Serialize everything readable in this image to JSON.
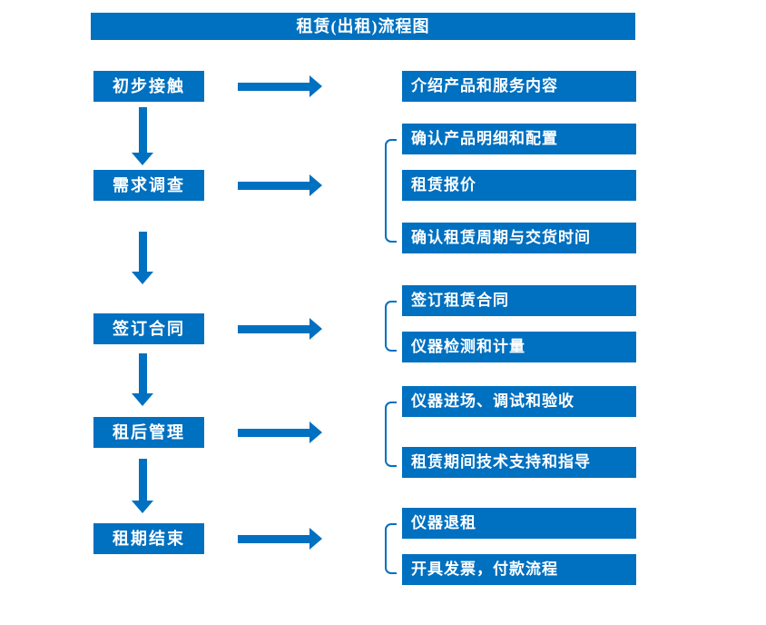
{
  "title": "租赁(出租)流程图",
  "accent_color": "#0070C0",
  "stages": [
    {
      "label": "初步接触",
      "outputs": [
        "介绍产品和服务内容"
      ]
    },
    {
      "label": "需求调查",
      "outputs": [
        "确认产品明细和配置",
        "租赁报价",
        "确认租赁周期与交货时间"
      ]
    },
    {
      "label": "签订合同",
      "outputs": [
        "签订租赁合同",
        "仪器检测和计量"
      ]
    },
    {
      "label": "租后管理",
      "outputs": [
        "仪器进场、调试和验收",
        "租赁期间技术支持和指导"
      ]
    },
    {
      "label": "租期结束",
      "outputs": [
        "仪器退租",
        "开具发票，付款流程"
      ]
    }
  ]
}
